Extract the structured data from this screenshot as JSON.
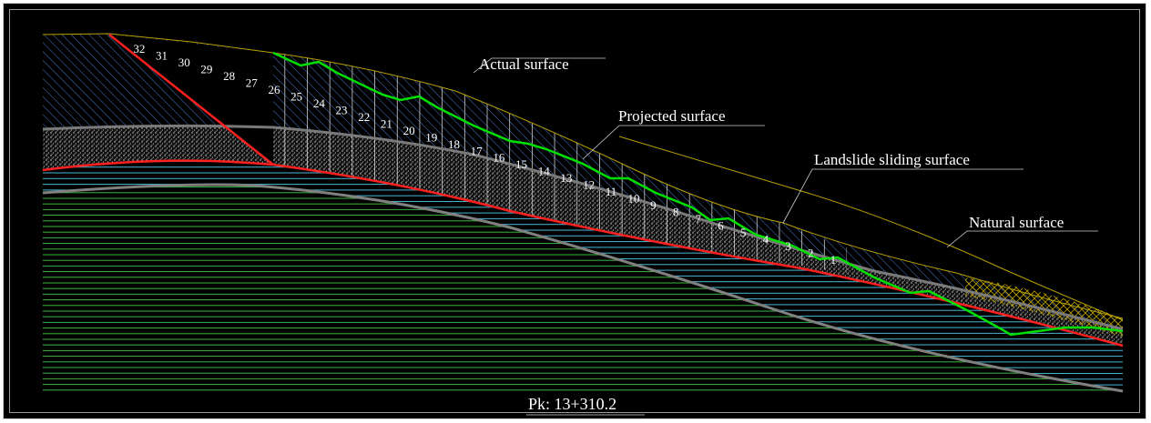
{
  "labels": {
    "actual": "Actual surface",
    "projected": "Projected surface",
    "landslide": "Landslide sliding surface",
    "natural": "Natural surface",
    "pk": "Pk: 13+310.2"
  },
  "slices": [
    "32",
    "31",
    "30",
    "29",
    "28",
    "27",
    "26",
    "25",
    "24",
    "23",
    "22",
    "21",
    "20",
    "19",
    "18",
    "17",
    "16",
    "15",
    "14",
    "13",
    "12",
    "11",
    "10",
    "9",
    "8",
    "7",
    "6",
    "5",
    "4",
    "3",
    "2",
    "1"
  ],
  "colors": {
    "background": "#000000",
    "actual_surface": "#b8a000",
    "projected_surface": "#00e000",
    "sliding_surface": "#ff2020",
    "natural_surface": "#808080",
    "bedrock_hatch": "#3fb83f",
    "clay_hatch": "#4ab8d8",
    "landslide_hatch": "#4a78c8"
  }
}
